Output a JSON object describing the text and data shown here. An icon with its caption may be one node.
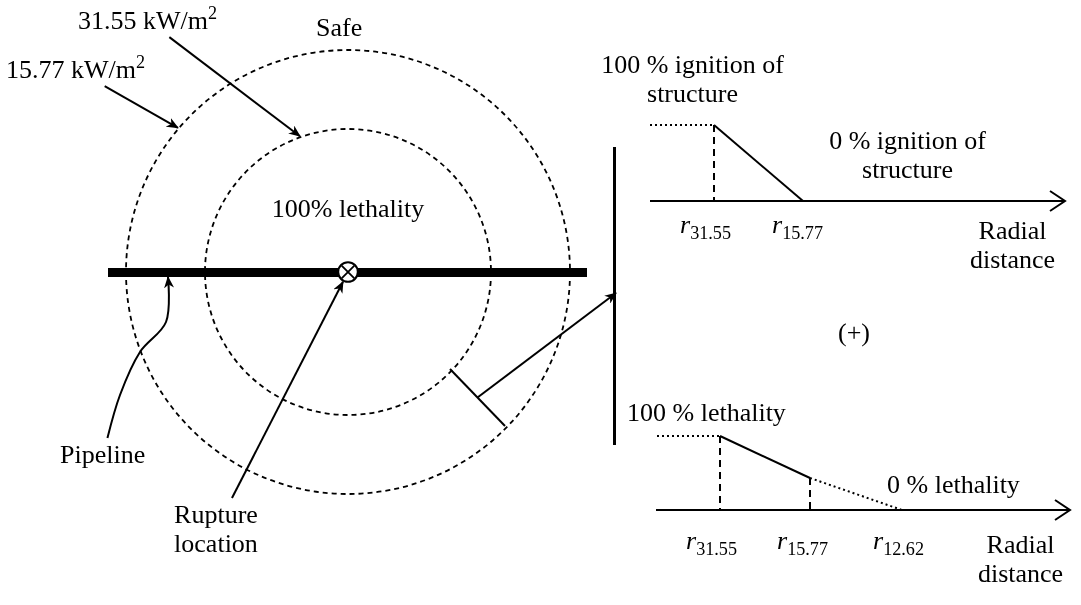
{
  "diagram": {
    "nodes": [
      {
        "text": [
          "31.55 kW/m$^{2}$"
        ]
      },
      {
        "text": [
          "15.77 kW/m$^{2}$"
        ]
      },
      {
        "text": [],
        "shape": "circle"
      },
      {
        "text": [
          "100% lethality"
        ],
        "in": 2
      },
      {
        "text": [],
        "shape": "bar"
      },
      {
        "text": [],
        "shape": "circle",
        "in": 3
      },
      {
        "text": [],
        "shape": "bar"
      },
      {
        "text": [],
        "shape": "bar",
        "in": 2
      },
      {
        "text": [
          "Pipeline"
        ]
      },
      {
        "text": [
          "Rupture location"
        ]
      }
    ],
    "edges": [
      {
        "from": 0,
        "to": 3,
        "arrow": "to"
      },
      {
        "from": 1,
        "to": 2,
        "arrow": "to"
      },
      {
        "from": 8,
        "to": 4,
        "arrow": "to"
      },
      {
        "from": 9,
        "to": 5,
        "arrow": "to"
      },
      {
        "from": 7,
        "to": 6,
        "arrow": "to"
      }
    ],
    "labels": [
      "Safe",
      "100 % ignition of structure",
      "0 % ignition of structure",
      "*r*$_{31.55}$",
      "*r*$_{15.77}$",
      "Radial distance",
      "(+)",
      "100 % lethality",
      "0 % lethality",
      "*r*$_{31.55}$",
      "*r*$_{15.77}$",
      "*r*$_{12.62}$",
      "Radial distance"
    ]
  }
}
